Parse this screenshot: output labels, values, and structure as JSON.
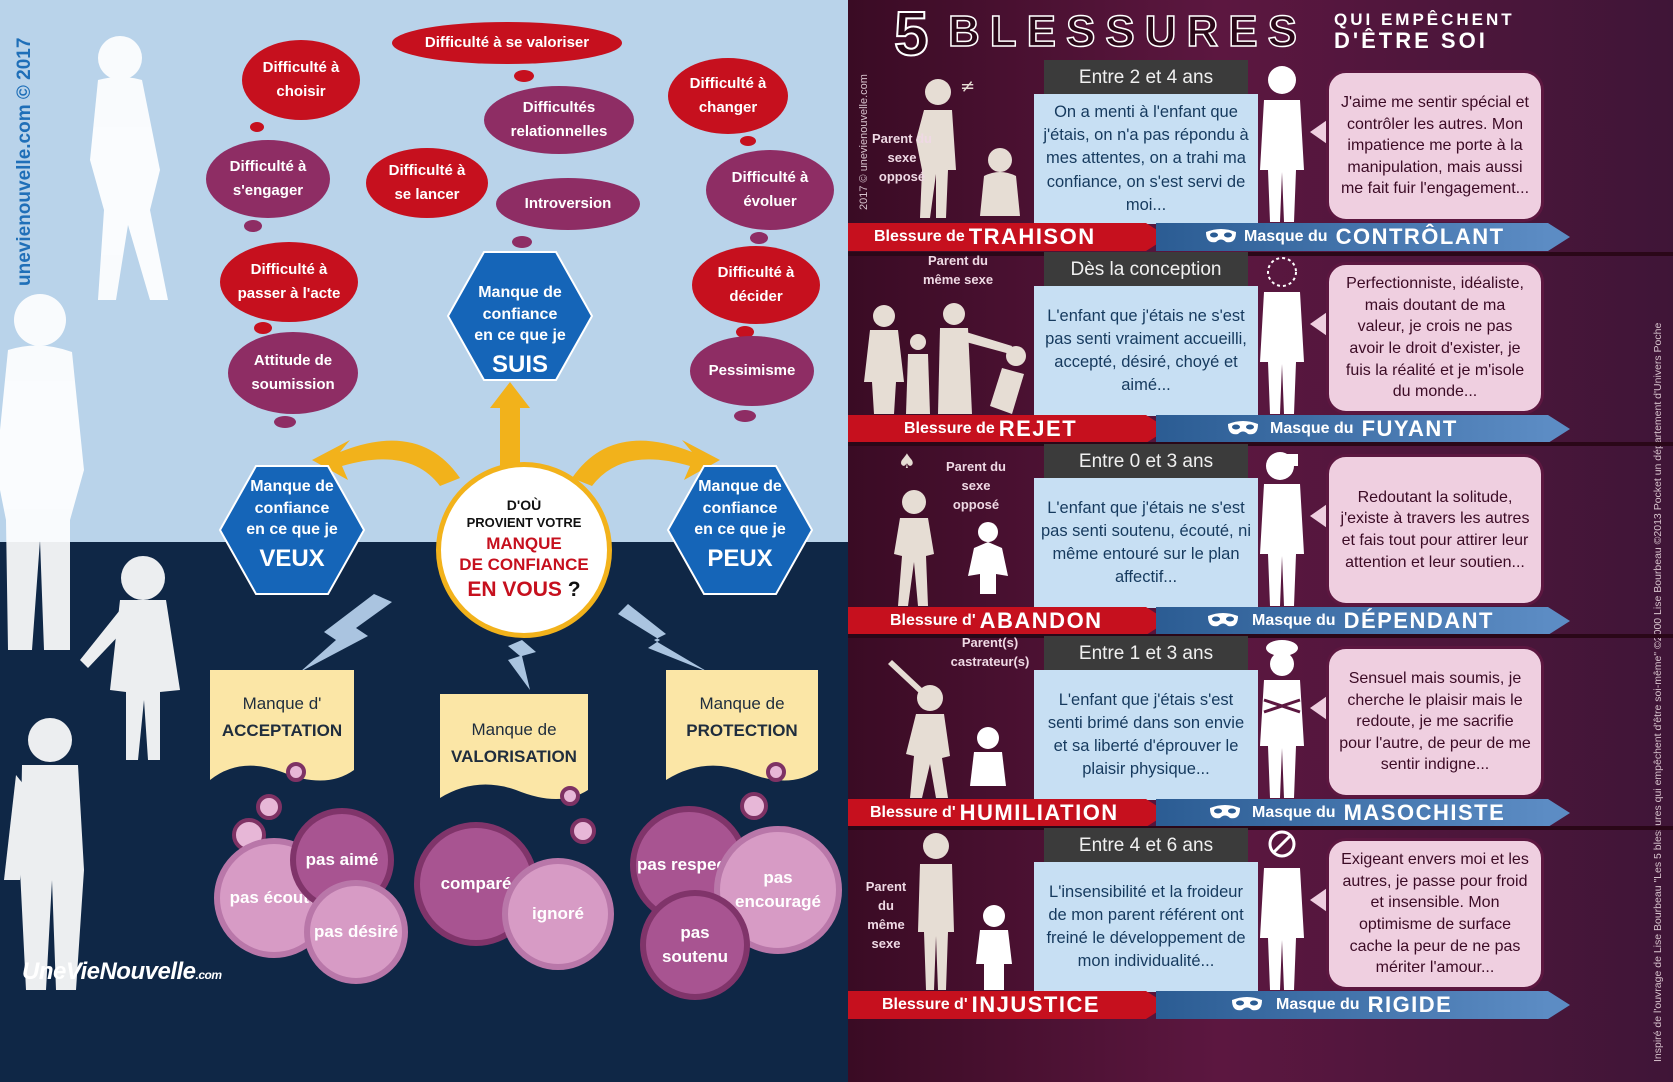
{
  "left": {
    "vertical_credit": "unevienouvelle.com © 2017",
    "logo": {
      "main": "UneVieNouvelle",
      "suffix": ".com"
    },
    "clouds": [
      {
        "text": "Difficulté à choisir",
        "color": "red"
      },
      {
        "text": "Difficulté à s'engager",
        "color": "purple"
      },
      {
        "text": "Difficulté à passer à l'acte",
        "color": "red"
      },
      {
        "text": "Attitude de soumission",
        "color": "purple"
      },
      {
        "text": "Difficulté à se valoriser",
        "color": "red"
      },
      {
        "text": "Difficultés relationnelles",
        "color": "purple"
      },
      {
        "text": "Difficulté à se lancer",
        "color": "red"
      },
      {
        "text": "Introversion",
        "color": "purple"
      },
      {
        "text": "Difficulté à changer",
        "color": "red"
      },
      {
        "text": "Difficulté à évoluer",
        "color": "purple"
      },
      {
        "text": "Difficulté à décider",
        "color": "red"
      },
      {
        "text": "Pessimisme",
        "color": "purple"
      }
    ],
    "hexagons": [
      {
        "line1": "Manque de",
        "line2": "confiance",
        "line3": "en ce que je",
        "big": "SUIS"
      },
      {
        "line1": "Manque de",
        "line2": "confiance",
        "line3": "en ce que je",
        "big": "VEUX"
      },
      {
        "line1": "Manque de",
        "line2": "confiance",
        "line3": "en ce que je",
        "big": "PEUX"
      }
    ],
    "center": {
      "line1": "D'OÙ",
      "line2": "PROVIENT VOTRE",
      "line3": "MANQUE",
      "line4": "DE CONFIANCE",
      "line5": "EN VOUS",
      "q": "?"
    },
    "notes": [
      {
        "top": "Manque d'",
        "bold": "ACCEPTATION"
      },
      {
        "top": "Manque de",
        "bold": "VALORISATION"
      },
      {
        "top": "Manque de",
        "bold": "PROTECTION"
      }
    ],
    "bubbles": [
      {
        "text": "pas écouté"
      },
      {
        "text": "pas aimé"
      },
      {
        "text": "pas désiré"
      },
      {
        "text": "comparé"
      },
      {
        "text": "ignoré"
      },
      {
        "text": "pas respecté"
      },
      {
        "text": "pas encouragé"
      },
      {
        "text": "pas soutenu"
      }
    ],
    "colors": {
      "sky": "#b9d3ea",
      "night": "#0f2746",
      "red": "#c6101e",
      "purple": "#8e2d64",
      "hex": "#1565b8",
      "arrow": "#f2b21b",
      "note": "#fbe6a6"
    }
  },
  "right": {
    "title": {
      "number": "5",
      "word": "BLESSURES",
      "sub1": "QUI EMPÊCHENT",
      "sub2": "D'ÊTRE SOI"
    },
    "vertical_left": "2017 © unevienouvelle.com",
    "vertical_right": "Inspiré de l'ouvrage de Lise Bourbeau \"Les 5 blessures qui empêchent d'être soi-même\" ©2000 Lise Bourbeau ©2013 Pocket un département d'Univers Poche",
    "rows": [
      {
        "parent": "Parent du sexe opposé",
        "age": "Entre 2 et 4 ans",
        "story": "On a menti à l'enfant que j'étais, on n'a pas répondu à mes attentes, on a trahi ma confiance, on s'est servi de moi...",
        "quote": "J'aime me sentir spécial et contrôler les autres. Mon impatience me porte à la manipulation, mais aussi me fait fuir l'engagement...",
        "wound_prefix": "Blessure de",
        "wound": "TRAHISON",
        "mask_prefix": "Masque du",
        "mask": "CONTRÔLANT"
      },
      {
        "parent": "Parent du même sexe",
        "age": "Dès la conception",
        "story": "L'enfant que j'étais ne s'est pas senti vraiment accueilli, accepté, désiré, choyé et aimé...",
        "quote": "Perfectionniste, idéaliste, mais doutant de ma valeur, je crois ne pas avoir le droit d'exister, je fuis la réalité et je m'isole du monde...",
        "wound_prefix": "Blessure de",
        "wound": "REJET",
        "mask_prefix": "Masque du",
        "mask": "FUYANT"
      },
      {
        "parent": "Parent du sexe opposé",
        "age": "Entre 0 et 3 ans",
        "story": "L'enfant que j'étais ne s'est pas senti soutenu, écouté, ni même entouré sur le plan affectif...",
        "quote": "Redoutant la solitude, j'existe à travers les autres et fais tout pour attirer leur attention et leur soutien...",
        "wound_prefix": "Blessure d'",
        "wound": "ABANDON",
        "mask_prefix": "Masque du",
        "mask": "DÉPENDANT"
      },
      {
        "parent": "Parent(s) castrateur(s)",
        "age": "Entre 1 et 3 ans",
        "story": "L'enfant que j'étais s'est senti brimé dans son envie et sa liberté d'éprouver le plaisir physique...",
        "quote": "Sensuel mais soumis, je cherche le plaisir mais le redoute, je me sacrifie pour l'autre, de peur de me sentir indigne...",
        "wound_prefix": "Blessure d'",
        "wound": "HUMILIATION",
        "mask_prefix": "Masque du",
        "mask": "MASOCHISTE"
      },
      {
        "parent": "Parent du même sexe",
        "age": "Entre 4 et 6 ans",
        "story": "L'insensibilité et la froideur de mon parent référent ont freiné le développement de mon individualité...",
        "quote": "Exigeant envers moi et les autres, je passe pour froid et insensible. Mon optimisme de surface cache la peur de ne pas mériter l'amour...",
        "wound_prefix": "Blessure d'",
        "wound": "INJUSTICE",
        "mask_prefix": "Masque du",
        "mask": "RIGIDE"
      }
    ]
  }
}
